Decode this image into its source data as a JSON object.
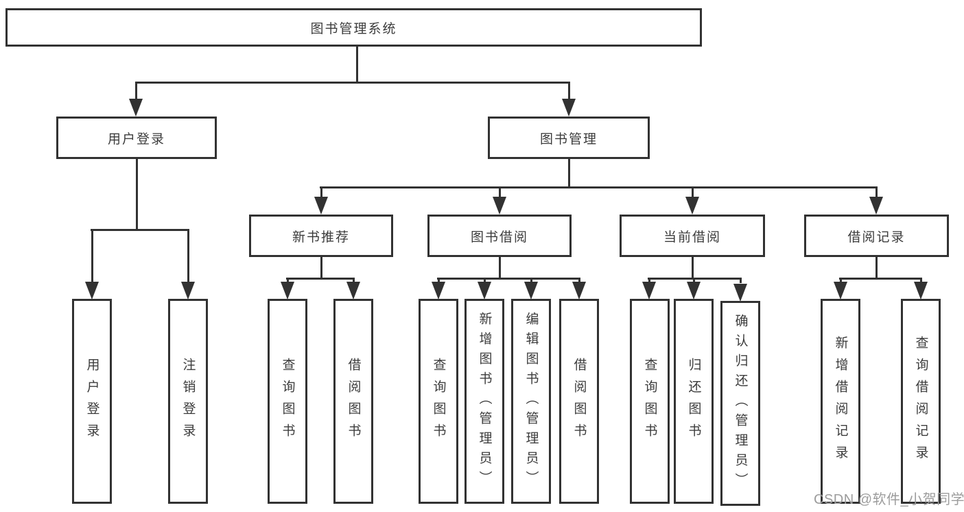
{
  "tree": {
    "label": "图书管理系统",
    "children": [
      {
        "label": "用户登录",
        "children": [
          {
            "label": "用户登录"
          },
          {
            "label": "注销登录"
          }
        ]
      },
      {
        "label": "图书管理",
        "children": [
          {
            "label": "新书推荐",
            "children": [
              {
                "label": "查询图书"
              },
              {
                "label": "借阅图书"
              }
            ]
          },
          {
            "label": "图书借阅",
            "children": [
              {
                "label": "查询图书"
              },
              {
                "label": "新增图书（管理员）"
              },
              {
                "label": "编辑图书（管理员）"
              },
              {
                "label": "借阅图书"
              }
            ]
          },
          {
            "label": "当前借阅",
            "children": [
              {
                "label": "查询图书"
              },
              {
                "label": "归还图书"
              },
              {
                "label": "确认归还（管理员）"
              }
            ]
          },
          {
            "label": "借阅记录",
            "children": [
              {
                "label": "新增借阅记录"
              },
              {
                "label": "查询借阅记录"
              }
            ]
          }
        ]
      }
    ]
  },
  "watermark": "CSDN @软件_小贺同学",
  "colors": {
    "line": "#323232",
    "text": "#3c3c3c",
    "watermark": "#9c9c9c",
    "background": "#ffffff"
  }
}
